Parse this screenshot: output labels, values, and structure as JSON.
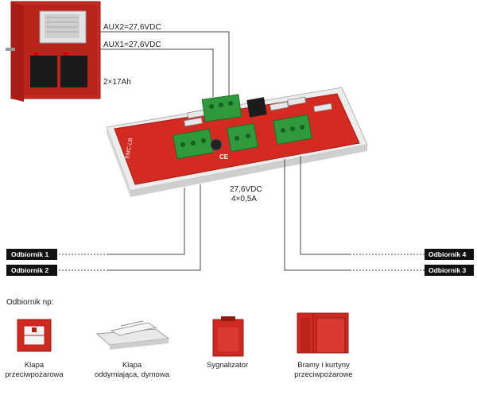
{
  "power_supply": {
    "aux2": "AUX2=27,6VDC",
    "aux1": "AUX1=27,6VDC",
    "battery": "2×17Ah"
  },
  "module": {
    "name": "EMC-LB",
    "output_voltage": "27,6VDC",
    "output_current": "4×0,5A"
  },
  "receivers": [
    {
      "label": "Odbiornik 1"
    },
    {
      "label": "Odbiornik 2"
    },
    {
      "label": "Odbiornik 4"
    },
    {
      "label": "Odbiornik 3"
    }
  ],
  "examples": {
    "title": "Odbiornik np:",
    "items": [
      {
        "line1": "Klapa",
        "line2": "przeciwpożarowa"
      },
      {
        "line1": "Klapa",
        "line2": "oddymiająca, dymowa"
      },
      {
        "line1": "Sygnalizator",
        "line2": ""
      },
      {
        "line1": "Bramy i kurtyny",
        "line2": "przeciwpożarowe"
      }
    ]
  },
  "colors": {
    "accent_red": "#d42a22",
    "tag_black": "#111111",
    "terminal_green": "#2f9a3c"
  }
}
